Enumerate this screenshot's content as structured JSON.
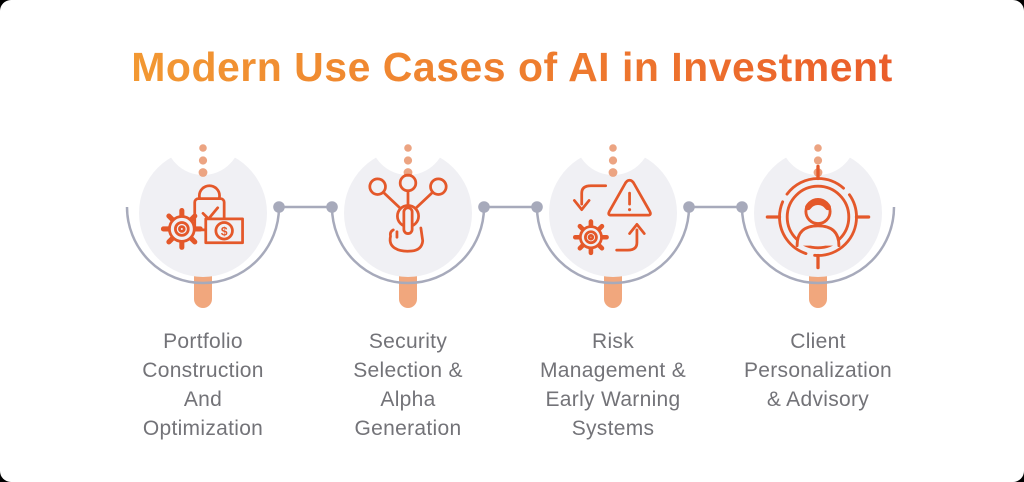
{
  "page": {
    "title": "Modern Use Cases of AI in Investment"
  },
  "colors": {
    "background": "#FFFFFF",
    "title_gradient_start": "#F3A134",
    "title_gradient_end": "#E9522A",
    "icon_stroke": "#E4582A",
    "node_circle_fill": "#F0F0F4",
    "connector_gray": "#A7AABB",
    "stick_salmon": "#F1A77D",
    "top_dots_salmon": "#ECA482",
    "label_gray": "#737378",
    "corner_marks": "#000000"
  },
  "nodes": [
    {
      "label": "Portfolio\nConstruction\nAnd\nOptimization",
      "icon": "gear-lock-dollar-icon",
      "icon_symbol": "$"
    },
    {
      "label": "Security\nSelection &\nAlpha\nGeneration",
      "icon": "hand-selection-icon"
    },
    {
      "label": "Risk\nManagement &\nEarly Warning\nSystems",
      "icon": "warning-gear-arrows-icon"
    },
    {
      "label": "Client\nPersonalization\n& Advisory",
      "icon": "person-target-icon"
    }
  ]
}
